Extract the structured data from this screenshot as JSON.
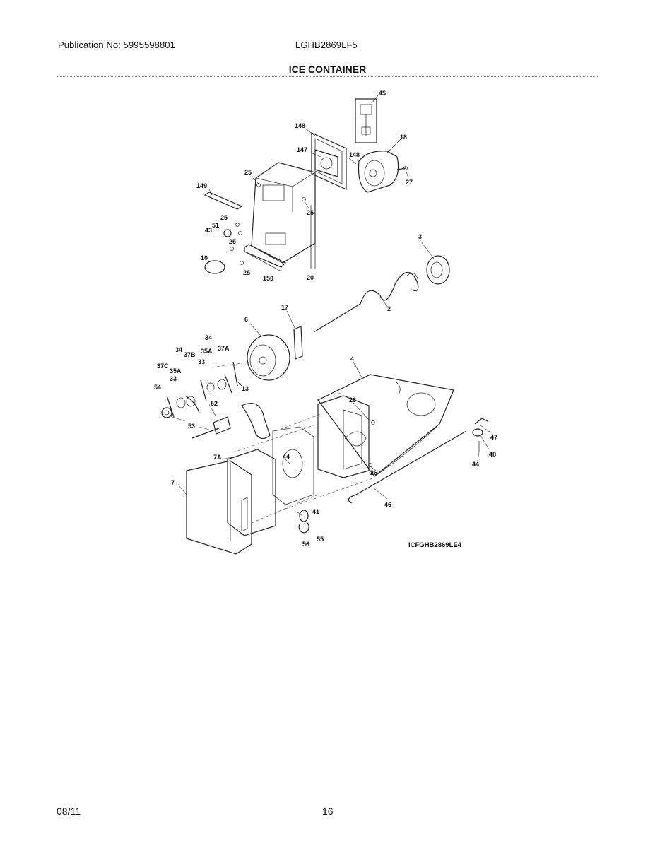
{
  "header": {
    "publication": "Publication No: 5995598801",
    "model": "LGHB2869LF5",
    "title": "ICE CONTAINER"
  },
  "diagram": {
    "drawing_id": "ICFGHB2869LE4",
    "callouts": {
      "c45": "45",
      "c148a": "148",
      "c18": "18",
      "c147": "147",
      "c148b": "148",
      "c25a": "25",
      "c27": "27",
      "c149": "149",
      "c25b": "25",
      "c25c": "25",
      "c51": "51",
      "c43": "43",
      "c25d": "25",
      "c10": "10",
      "c25e": "25",
      "c150": "150",
      "c20": "20",
      "c3": "3",
      "c2": "2",
      "c17": "17",
      "c6": "6",
      "c34a": "34",
      "c34b": "34",
      "c37b": "37B",
      "c35a1": "35A",
      "c37a": "37A",
      "c33a": "33",
      "c37c": "37C",
      "c35a2": "35A",
      "c33b": "33",
      "c13": "13",
      "c54": "54",
      "c52": "52",
      "c53": "53",
      "c4": "4",
      "c26a": "26",
      "c7a": "7A",
      "c44a": "44",
      "c47": "47",
      "c48": "48",
      "c44b": "44",
      "c26b": "26",
      "c7": "7",
      "c46": "46",
      "c41": "41",
      "c56": "56",
      "c55": "55"
    }
  },
  "footer": {
    "date": "08/11",
    "page": "16"
  }
}
